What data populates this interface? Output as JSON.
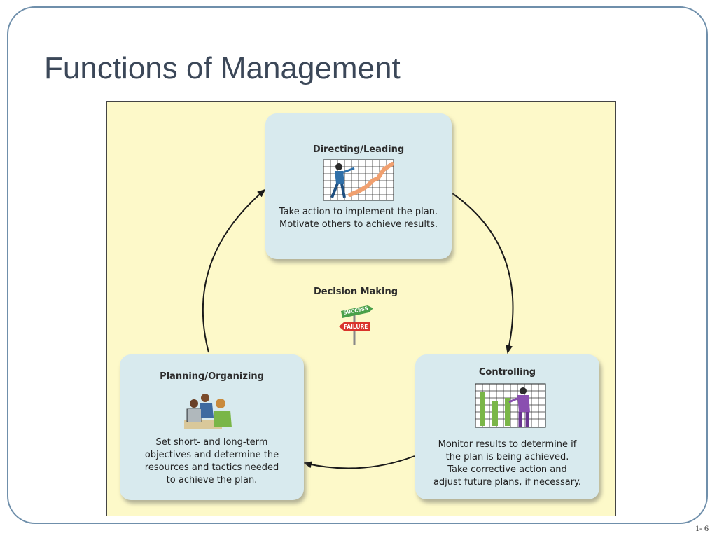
{
  "slide": {
    "title": "Functions of Management",
    "page_number": "1- 6"
  },
  "diagram": {
    "center": {
      "title": "Decision Making",
      "sign_top": "SUCCESS",
      "sign_bottom": "FAILURE"
    },
    "boxes": {
      "directing": {
        "title": "Directing/Leading",
        "text": "Take action to implement the plan.\nMotivate others to achieve results."
      },
      "controlling": {
        "title": "Controlling",
        "text": "Monitor results to determine if\nthe plan is being achieved.\nTake corrective action and\nadjust future plans, if necessary."
      },
      "planning": {
        "title": "Planning/Organizing",
        "text": "Set short- and long-term\nobjectives and determine the\nresources and tactics needed\nto achieve the plan."
      }
    },
    "colors": {
      "background": "#fdf9c9",
      "box_fill": "#d8eaee",
      "arrow": "#1a1a1a",
      "success_sign": "#4aa04a",
      "failure_sign": "#d9342b"
    }
  }
}
